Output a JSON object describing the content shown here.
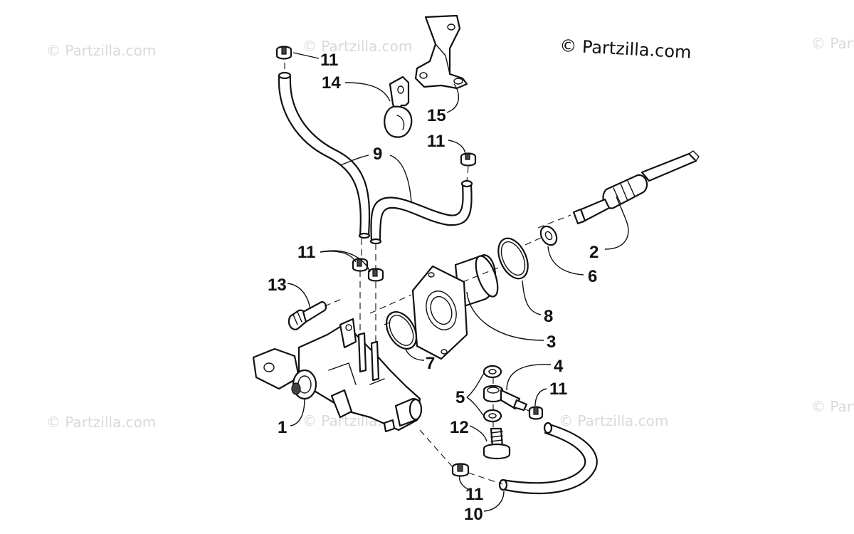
{
  "copyright": "© Partzilla.com",
  "watermarks": [
    "© Partzilla.com",
    "© Partzilla.com",
    "© Partzilla.com",
    "© Partzilla.com",
    "© Partzilla.com",
    "© Partzilla.com",
    "© Partzilla.com"
  ],
  "callouts": {
    "c11a": "11",
    "c14": "14",
    "c15": "15",
    "c11b": "11",
    "c9": "9",
    "c2": "2",
    "c6": "6",
    "c11c": "11",
    "c13": "13",
    "c8": "8",
    "c3": "3",
    "c7": "7",
    "c4": "4",
    "c5": "5",
    "c11d": "11",
    "c1": "1",
    "c12": "12",
    "c11e": "11",
    "c10": "10"
  }
}
